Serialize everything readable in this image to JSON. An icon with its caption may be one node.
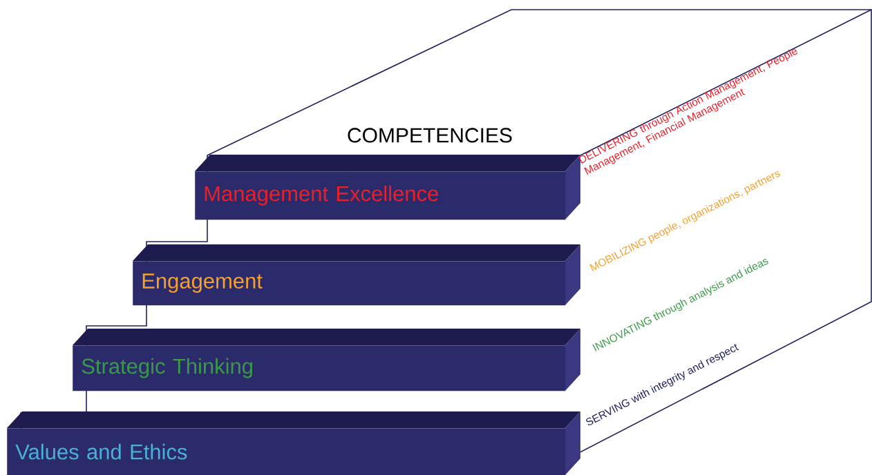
{
  "diagram": {
    "title": "COMPETENCIES",
    "nodes": [
      {
        "text": [
          "Management Excellence"
        ],
        "beside": [
          "DELIVERING through Action Management, People Management, Financial Management"
        ]
      },
      {
        "text": [
          "Engagement"
        ],
        "beside": [
          "MOBILIZING people, organizations, partners"
        ]
      },
      {
        "text": [
          "Strategic Thinking"
        ],
        "beside": [
          "INNOVATING through analysis and ideas"
        ]
      },
      {
        "text": [
          "Values and Ethics"
        ],
        "beside": [
          "SERVING with integrity and respect"
        ]
      }
    ]
  }
}
